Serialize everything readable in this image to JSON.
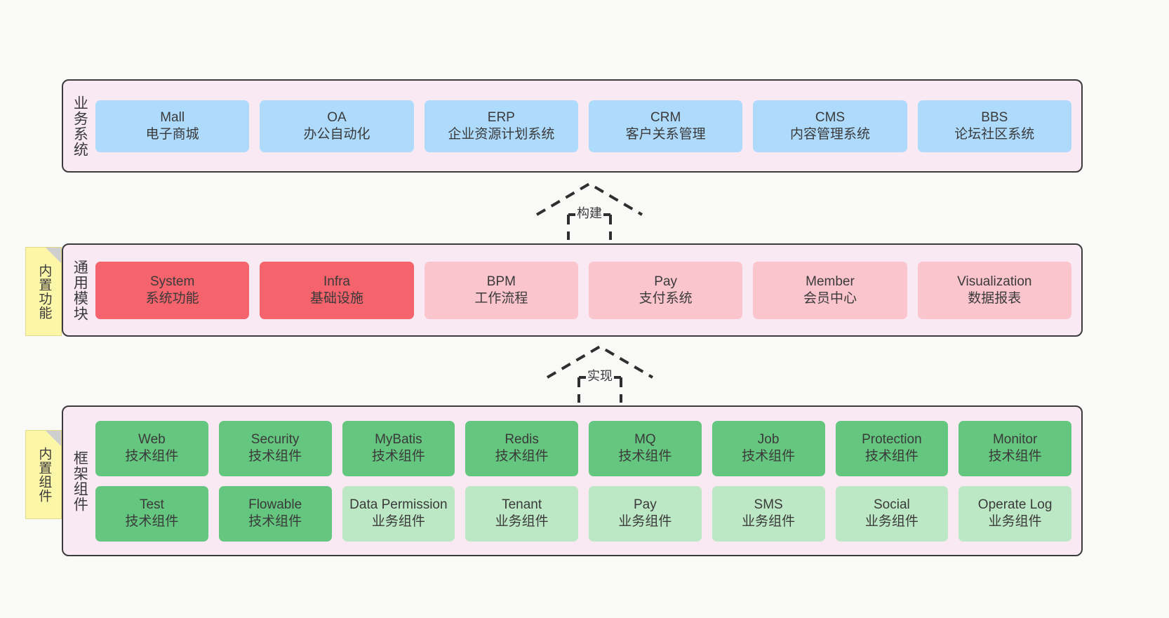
{
  "diagram": {
    "background_color": "#F9F9F8",
    "layer_fill": "#F8E9F3",
    "layer_border": "#3B3B3B",
    "palette": {
      "blue": "#AEDAFC",
      "red": "#F5636C",
      "pink": "#FBC5CD",
      "green_dark": "#65C67F",
      "green_light": "#BDE8C5",
      "sticky_yellow": "#FCF7A8",
      "sticky_fold": "#CFCFCF"
    }
  },
  "layers": [
    {
      "id": "business-system",
      "title": "业务系统",
      "rows": [
        {
          "cells": [
            {
              "name": "mall",
              "t1": "Mall",
              "t2": "电子商城",
              "color": "blue"
            },
            {
              "name": "oa",
              "t1": "OA",
              "t2": "办公自动化",
              "color": "blue"
            },
            {
              "name": "erp",
              "t1": "ERP",
              "t2": "企业资源计划系统",
              "color": "blue"
            },
            {
              "name": "crm",
              "t1": "CRM",
              "t2": "客户关系管理",
              "color": "blue"
            },
            {
              "name": "cms",
              "t1": "CMS",
              "t2": "内容管理系统",
              "color": "blue"
            },
            {
              "name": "bbs",
              "t1": "BBS",
              "t2": "论坛社区系统",
              "color": "blue"
            }
          ]
        }
      ]
    },
    {
      "id": "common-module",
      "title": "通用模块",
      "sticky": "内置功能",
      "rows": [
        {
          "cells": [
            {
              "name": "system",
              "t1": "System",
              "t2": "系统功能",
              "color": "red"
            },
            {
              "name": "infra",
              "t1": "Infra",
              "t2": "基础设施",
              "color": "red"
            },
            {
              "name": "bpm",
              "t1": "BPM",
              "t2": "工作流程",
              "color": "pink"
            },
            {
              "name": "pay",
              "t1": "Pay",
              "t2": "支付系统",
              "color": "pink"
            },
            {
              "name": "member",
              "t1": "Member",
              "t2": "会员中心",
              "color": "pink"
            },
            {
              "name": "visualization",
              "t1": "Visualization",
              "t2": "数据报表",
              "color": "pink"
            }
          ]
        }
      ]
    },
    {
      "id": "framework-component",
      "title": "框架组件",
      "sticky": "内置组件",
      "rows": [
        {
          "cells": [
            {
              "name": "web",
              "t1": "Web",
              "t2": "技术组件",
              "color": "green_dark"
            },
            {
              "name": "security",
              "t1": "Security",
              "t2": "技术组件",
              "color": "green_dark"
            },
            {
              "name": "mybatis",
              "t1": "MyBatis",
              "t2": "技术组件",
              "color": "green_dark"
            },
            {
              "name": "redis",
              "t1": "Redis",
              "t2": "技术组件",
              "color": "green_dark"
            },
            {
              "name": "mq",
              "t1": "MQ",
              "t2": "技术组件",
              "color": "green_dark"
            },
            {
              "name": "job",
              "t1": "Job",
              "t2": "技术组件",
              "color": "green_dark"
            },
            {
              "name": "protection",
              "t1": "Protection",
              "t2": "技术组件",
              "color": "green_dark"
            },
            {
              "name": "monitor",
              "t1": "Monitor",
              "t2": "技术组件",
              "color": "green_dark"
            }
          ]
        },
        {
          "cells": [
            {
              "name": "test",
              "t1": "Test",
              "t2": "技术组件",
              "color": "green_dark"
            },
            {
              "name": "flowable",
              "t1": "Flowable",
              "t2": "技术组件",
              "color": "green_dark"
            },
            {
              "name": "data-permission",
              "t1": "Data Permission",
              "t2": "业务组件",
              "color": "green_light"
            },
            {
              "name": "tenant",
              "t1": "Tenant",
              "t2": "业务组件",
              "color": "green_light"
            },
            {
              "name": "pay",
              "t1": "Pay",
              "t2": "业务组件",
              "color": "green_light"
            },
            {
              "name": "sms",
              "t1": "SMS",
              "t2": "业务组件",
              "color": "green_light"
            },
            {
              "name": "social",
              "t1": "Social",
              "t2": "业务组件",
              "color": "green_light"
            },
            {
              "name": "operate-log",
              "t1": "Operate Log",
              "t2": "业务组件",
              "color": "green_light"
            }
          ]
        }
      ]
    }
  ],
  "connectors": [
    {
      "id": "build",
      "label": "构建",
      "style": "dashed-hollow-arrow-up",
      "from": "common-module",
      "to": "business-system"
    },
    {
      "id": "realize",
      "label": "实现",
      "style": "dashed-hollow-arrow-up",
      "from": "framework-component",
      "to": "common-module"
    }
  ]
}
